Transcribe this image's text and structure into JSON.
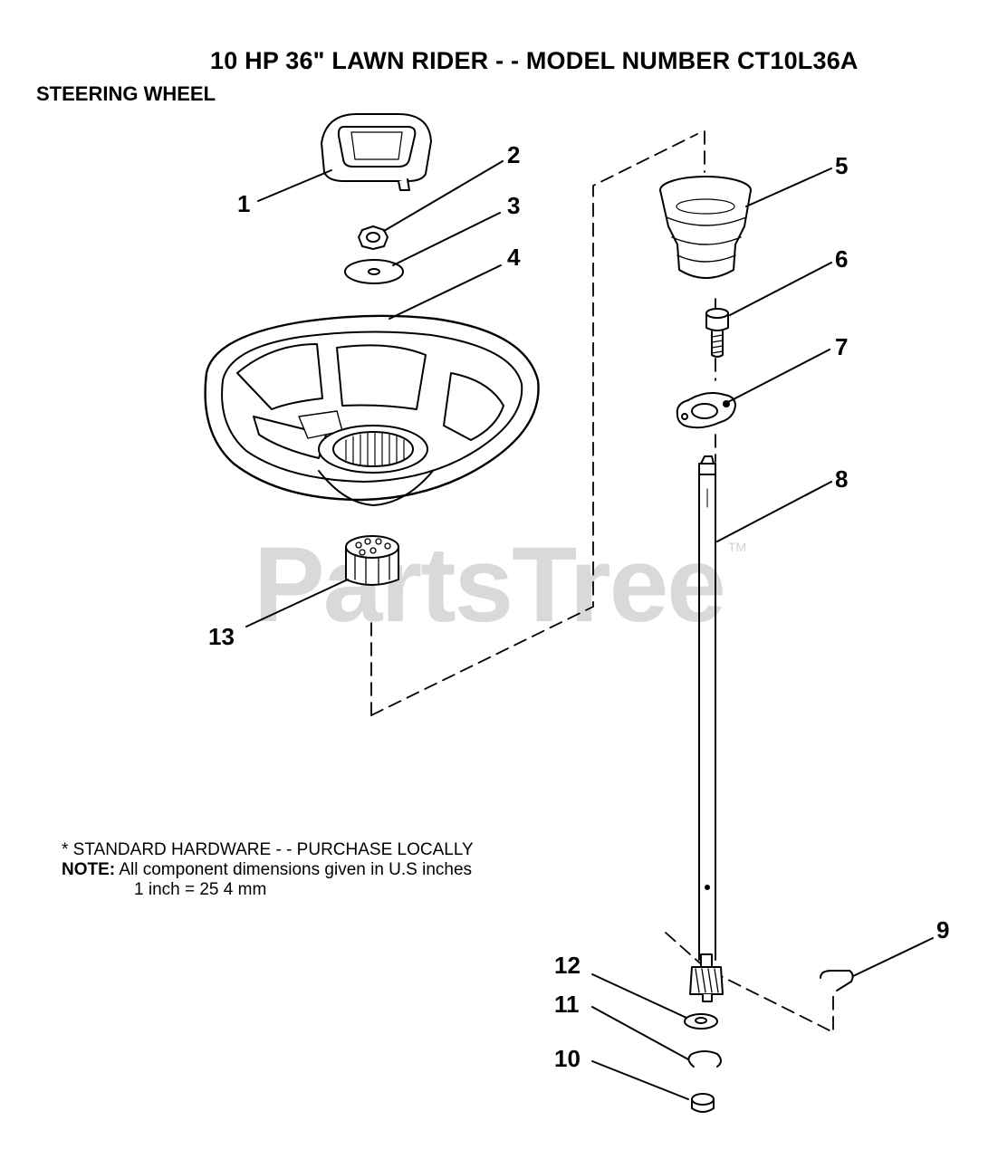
{
  "header": {
    "title": "10 HP 36\" LAWN RIDER - - MODEL NUMBER CT10L36A",
    "section": "STEERING WHEEL"
  },
  "watermark": {
    "text": "PartsTree",
    "tm": "TM"
  },
  "notes": {
    "hardware": "* STANDARD HARDWARE - - PURCHASE LOCALLY",
    "note_label": "NOTE:",
    "note_text": "All component dimensions given in U.S  inches",
    "conversion": "1 inch = 25 4 mm"
  },
  "callouts": [
    "1",
    "2",
    "3",
    "4",
    "5",
    "6",
    "7",
    "8",
    "9",
    "10",
    "11",
    "12",
    "13"
  ]
}
